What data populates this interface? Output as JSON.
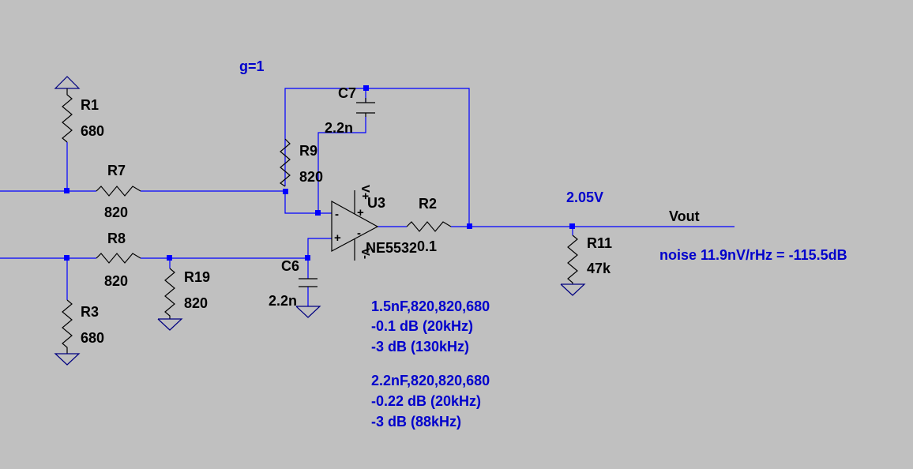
{
  "components": {
    "r1": {
      "name": "R1",
      "value": "680"
    },
    "r3": {
      "name": "R3",
      "value": "680"
    },
    "r7": {
      "name": "R7",
      "value": "820"
    },
    "r8": {
      "name": "R8",
      "value": "820"
    },
    "r19": {
      "name": "R19",
      "value": "820"
    },
    "r9": {
      "name": "R9",
      "value": "820"
    },
    "c7": {
      "name": "C7",
      "value": "2.2n"
    },
    "c6": {
      "name": "C6",
      "value": "2.2n"
    },
    "u3": {
      "name": "U3",
      "value": "NE5532",
      "pins": {
        "plus": "+",
        "minus": "-",
        "vplus": "V+",
        "vminus": "V-"
      }
    },
    "r2": {
      "name": "R2",
      "value": "0.1"
    },
    "r11": {
      "name": "R11",
      "value": "47k"
    }
  },
  "labels": {
    "gain": "g=1",
    "vout_level": "2.05V",
    "net_vout": "Vout",
    "noise": "noise 11.9nV/rHz = -115.5dB"
  },
  "notes": {
    "block1": [
      "1.5nF,820,820,680",
      "-0.1 dB (20kHz)",
      "-3 dB (130kHz)"
    ],
    "block2": [
      "2.2nF,820,820,680",
      "-0.22 dB (20kHz)",
      "-3 dB (88kHz)"
    ]
  },
  "colors": {
    "background": "#c0c0c0",
    "wire": "#0000ff",
    "component": "#000000",
    "directive_text": "#0000cc"
  }
}
